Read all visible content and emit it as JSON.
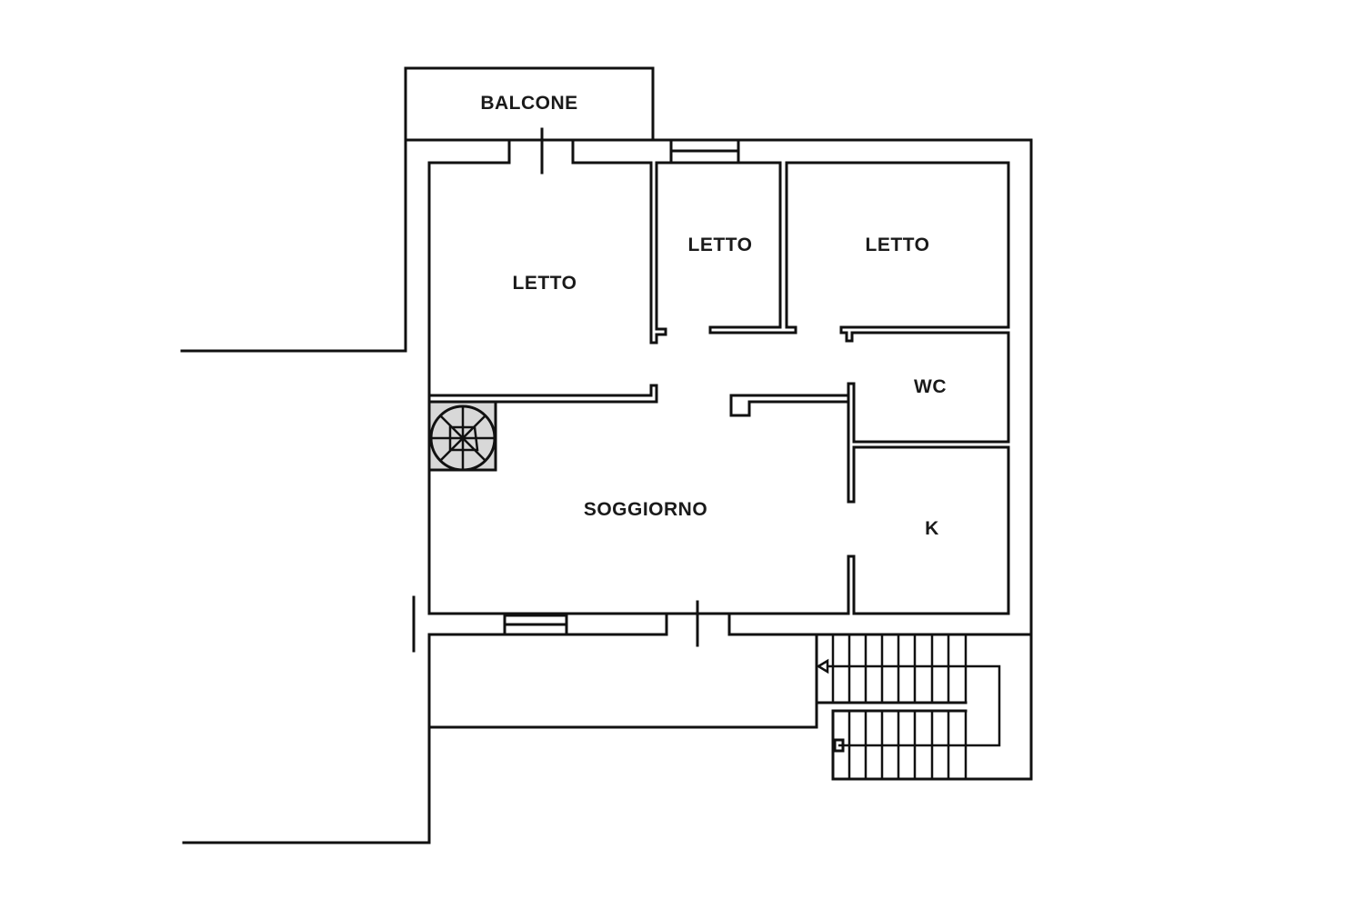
{
  "plan": {
    "rooms": {
      "balcony": "BALCONE",
      "bedroom_1": "LETTO",
      "bedroom_2": "LETTO",
      "bedroom_3": "LETTO",
      "bathroom": "WC",
      "kitchen": "K",
      "living_room": "SOGGIORNO"
    },
    "colors": {
      "wall": "#111111",
      "background": "#ffffff",
      "stair_fill": "#d8d8d8"
    }
  }
}
